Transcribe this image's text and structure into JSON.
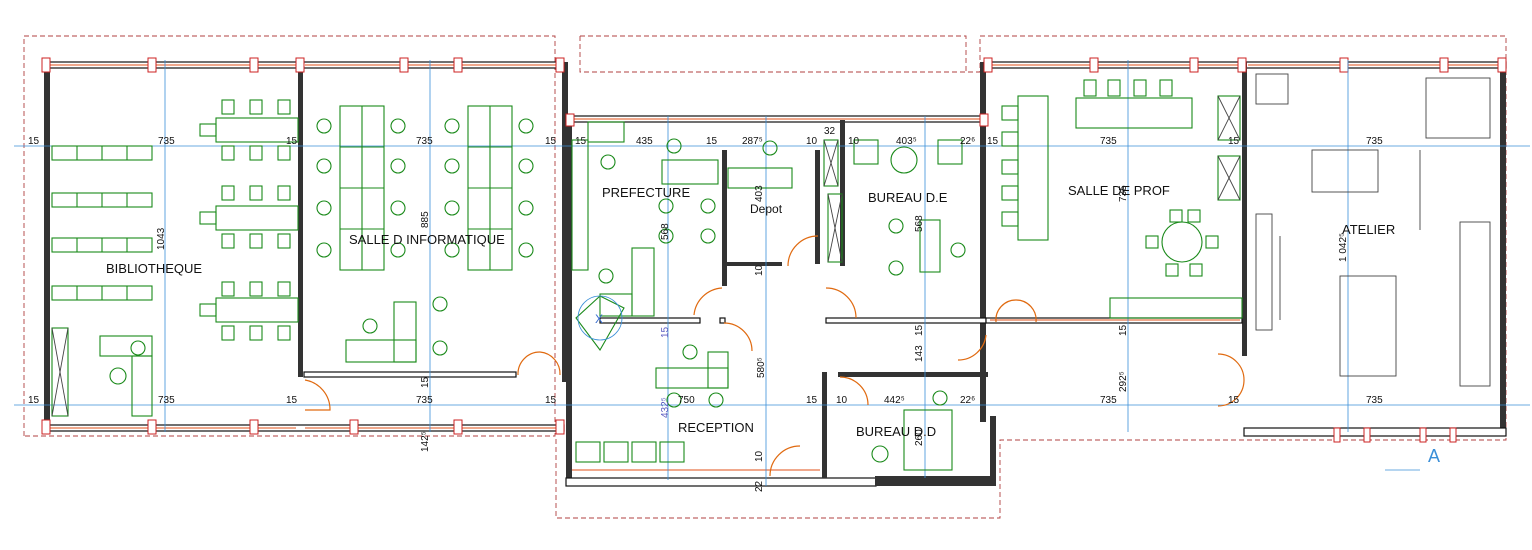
{
  "plan": {
    "rooms": {
      "bibliotheque": "BIBLIOTHEQUE",
      "salle_informatique": "SALLE D INFORMATIQUE",
      "prefecture": "PREFECTURE",
      "depot": "Depot",
      "bureau_de": "BUREAU D.E",
      "salle_prof": "SALLE DE PROF",
      "atelier": "ATELIER",
      "reception": "RECEPTION",
      "bureau_dd": "BUREAU D.D"
    },
    "marker": {
      "x_symbol": "X",
      "section": "A"
    },
    "dims": {
      "top_row": [
        "15",
        "735",
        "15",
        "735",
        "15",
        "15",
        "435",
        "15",
        "287⁵",
        "10",
        "32",
        "10",
        "403⁵",
        "22⁶",
        "15",
        "735",
        "15",
        "735"
      ],
      "bottom_row": [
        "15",
        "735",
        "15",
        "735",
        "15",
        "750",
        "15",
        "10",
        "442⁵",
        "22⁶",
        "735",
        "15",
        "735"
      ],
      "vertical": {
        "bib_height": "1043",
        "info_height": "885",
        "pref_height": "568",
        "depot_height": "403",
        "bureau_de_height": "568",
        "prof_height": "735",
        "atelier_height": "1 042⁵",
        "reception_height": "580⁵",
        "small_15_a": "15",
        "small_15_b": "15",
        "small_15_c": "15",
        "small_10_a": "10",
        "small_10_b": "10",
        "small_143": "143",
        "small_15_d": "15",
        "small_2925": "292⁵",
        "small_1425": "142⁵",
        "small_4325": "432⁵",
        "small_260": "260",
        "small_22": "22"
      }
    }
  }
}
